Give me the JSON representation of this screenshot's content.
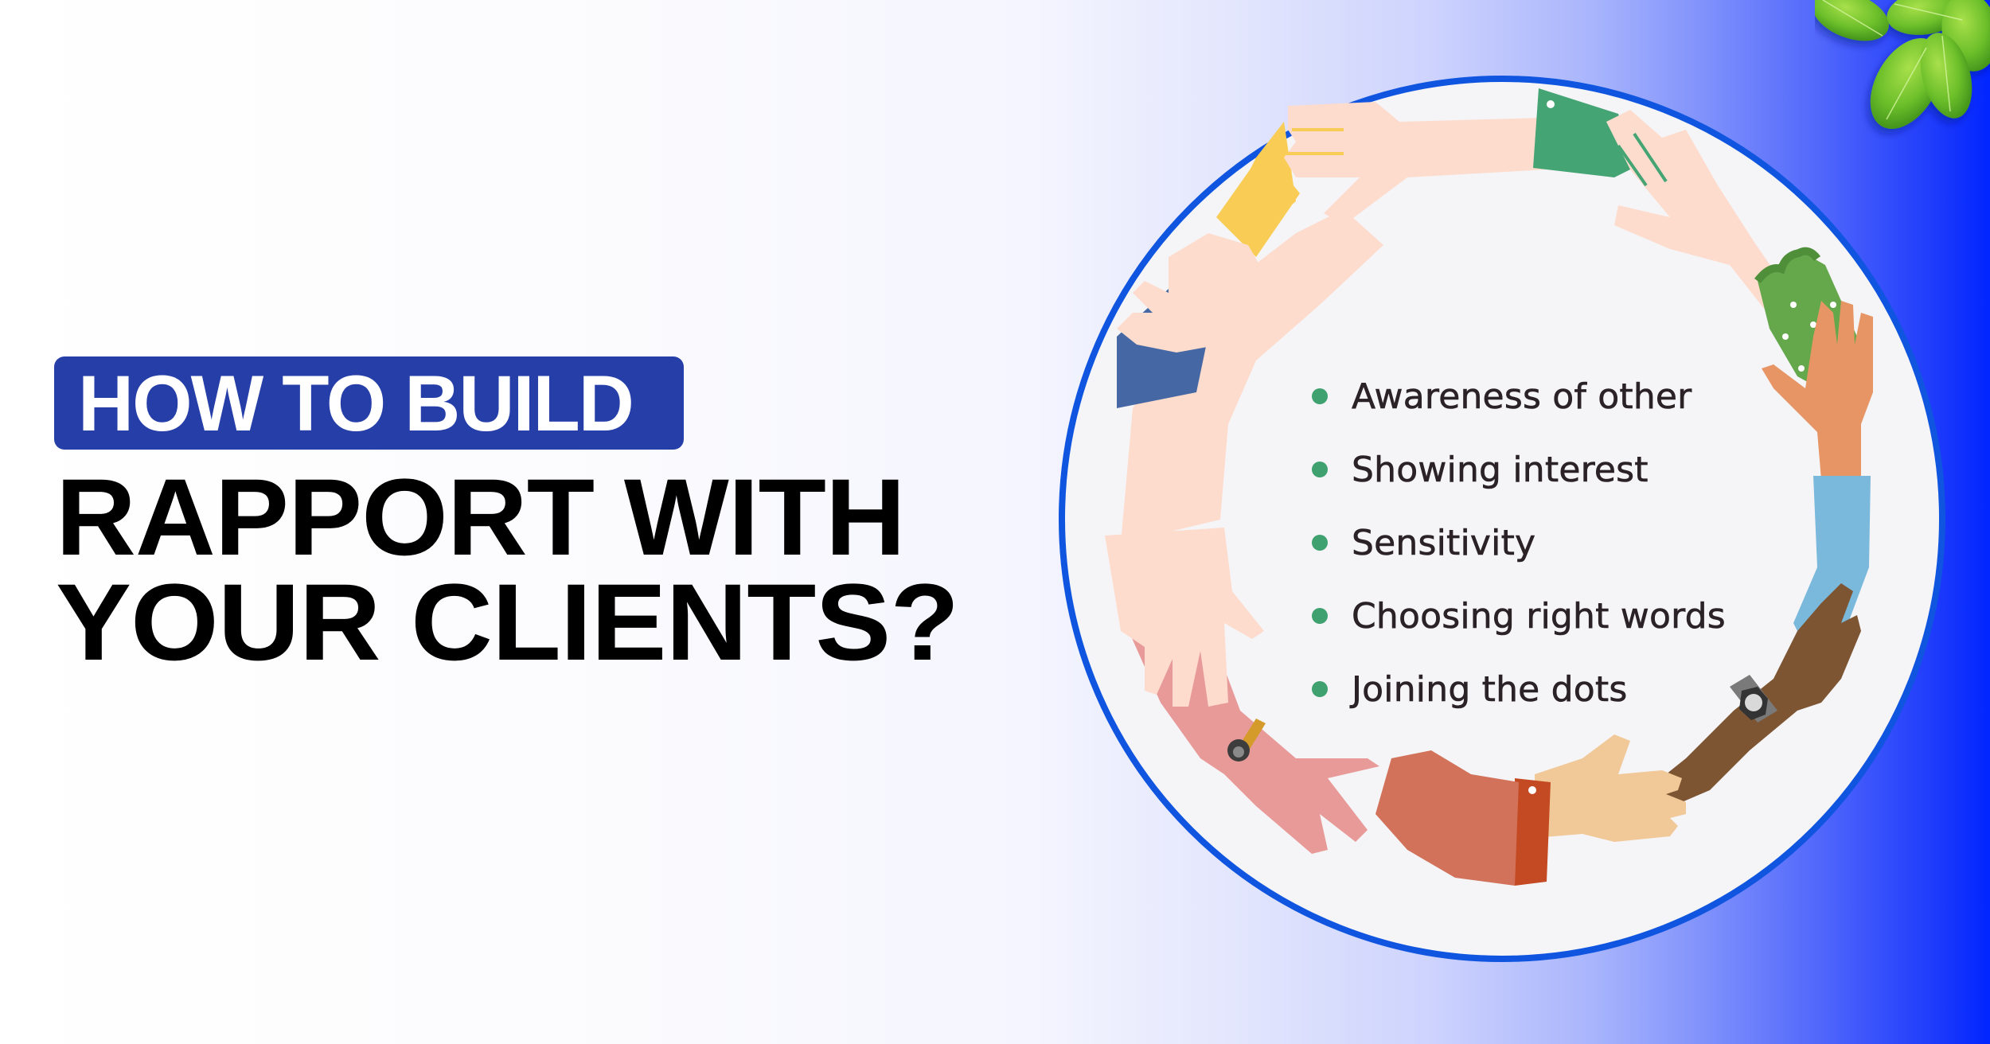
{
  "headline": {
    "badge": "HOW TO BUILD",
    "line1": "RAPPORT WITH",
    "line2": "YOUR CLIENTS?"
  },
  "list": {
    "items": [
      "Awareness of other",
      "Showing interest",
      "Sensitivity",
      "Choosing right words",
      "Joining the dots"
    ]
  },
  "illustration": {
    "subject": "ring-of-joined-hands",
    "decoration": "green-leaves-corner"
  },
  "colors": {
    "badge_bg": "#263fa8",
    "badge_text": "#ffffff",
    "title_text": "#000000",
    "bullet": "#3fa16f",
    "list_text": "#2b2226",
    "circle_border": "#0f55e0",
    "circle_fill": "#f5f5f8",
    "gradient_end": "#0025ff"
  }
}
